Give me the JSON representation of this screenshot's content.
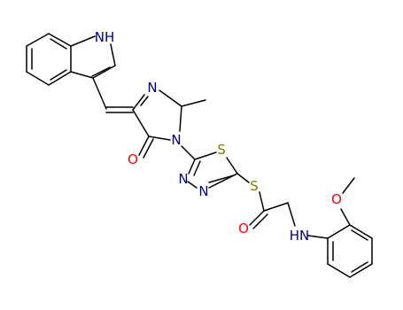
{
  "molecule": {
    "atoms": {
      "nh_indole": {
        "label": "NH",
        "color": "#000080"
      },
      "n_imid": {
        "label": "N",
        "color": "#000080"
      },
      "n_imid_ring": {
        "label": "N",
        "color": "#000080"
      },
      "o_carbonyl1": {
        "label": "O",
        "color": "#ff0000"
      },
      "s_thiadiazole": {
        "label": "S",
        "color": "#808000"
      },
      "n_td1": {
        "label": "N",
        "color": "#000080"
      },
      "n_td2": {
        "label": "N",
        "color": "#000080"
      },
      "s_thioester": {
        "label": "S",
        "color": "#808000"
      },
      "o_carbonyl2": {
        "label": "O",
        "color": "#ff0000"
      },
      "nh_amine": {
        "label": "HN",
        "color": "#000080"
      },
      "o_methoxy": {
        "label": "O",
        "color": "#ff0000"
      }
    }
  }
}
